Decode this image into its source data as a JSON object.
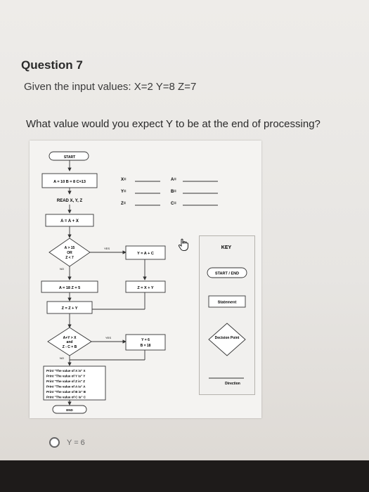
{
  "question": {
    "title": "Question 7",
    "given": "Given the input values: X=2 Y=8 Z=7",
    "text": "What value would you expect Y to be at the end of processing?"
  },
  "flowchart": {
    "start": "START",
    "init": "A = 10  B = 8  C=13",
    "read": "READ X, Y, Z",
    "assign1": "A = A + X",
    "decision1": [
      "A > 15",
      "OR",
      "Z < 7"
    ],
    "yes1": "YES",
    "no1": "NO",
    "yes_branch1": "Y = A + C",
    "no_branch1": "A = 18   Z = 5",
    "merge_stmt": "Z = X + Y",
    "assign2": "Z = Z + Y",
    "decision2": [
      "A+Y > X",
      "and",
      "Z - C = B"
    ],
    "yes2": "YES",
    "no2": "NO",
    "yes_branch2": [
      "Y = 6",
      "B = 18"
    ],
    "prints": [
      "Print \"The value of X is\" X",
      "Print \"The value of Y is\" Y",
      "Print \"The value of Z is\" Z",
      "Print \"The value of A is\" A",
      "Print \"The value of B is\" B",
      "Print \"The value of C is\" C"
    ],
    "end": "END"
  },
  "answer_blanks": {
    "left": [
      "X=",
      "Y=",
      "Z="
    ],
    "right": [
      "A=",
      "B=",
      "C="
    ]
  },
  "key": {
    "title": "KEY",
    "items": [
      "START / END",
      "Statement",
      "Decision Point",
      "Direction"
    ]
  },
  "options": [
    {
      "label": "Y = 6"
    }
  ],
  "colors": {
    "page_background": "#eeece9",
    "bottom_bar": "#1e1b1a",
    "paper": "#f4f3f1"
  }
}
